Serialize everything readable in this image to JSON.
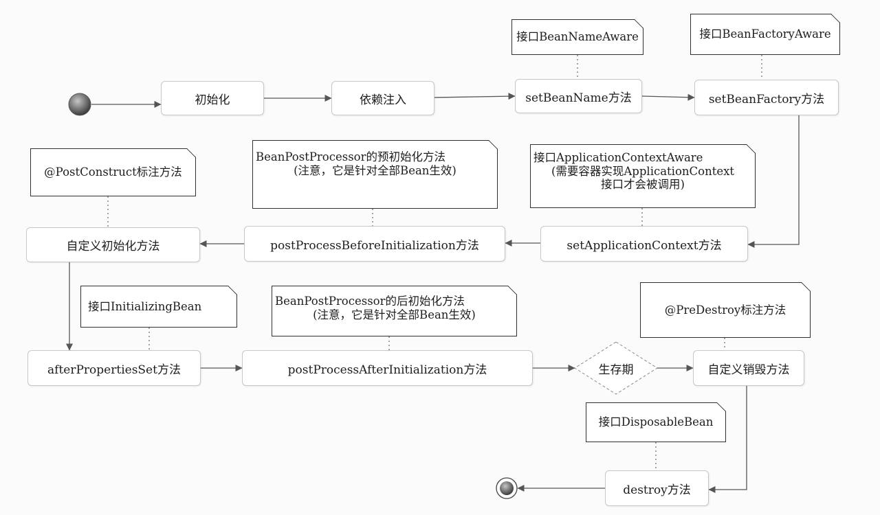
{
  "nodes": {
    "init": "初始化",
    "di": "依赖注入",
    "set_bean_name": "setBeanName方法",
    "set_bean_factory": "setBeanFactory方法",
    "set_app_context": "setApplicationContext方法",
    "post_before": "postProcessBeforeInitialization方法",
    "custom_init": "自定义初始化方法",
    "after_props": "afterPropertiesSet方法",
    "post_after": "postProcessAfterInitialization方法",
    "lifetime": "生存期",
    "custom_destroy": "自定义销毁方法",
    "destroy": "destroy方法"
  },
  "notes": {
    "bean_name_aware": "接口BeanNameAware",
    "bean_factory_aware": "接口BeanFactoryAware",
    "post_construct": "@PostConstruct标注方法",
    "bpp_before_l1": "BeanPostProcessor的预初始化方法",
    "bpp_before_l2": "(注意，它是针对全部Bean生效)",
    "app_context_aware_l1": "接口ApplicationContextAware",
    "app_context_aware_l2": "(需要容器实现ApplicationContext",
    "app_context_aware_l3": "接口才会被调用)",
    "initializing_bean": "接口InitializingBean",
    "bpp_after_l1": "BeanPostProcessor的后初始化方法",
    "bpp_after_l2": "(注意，它是针对全部Bean生效)",
    "pre_destroy": "@PreDestroy标注方法",
    "disposable_bean": "接口DisposableBean"
  }
}
